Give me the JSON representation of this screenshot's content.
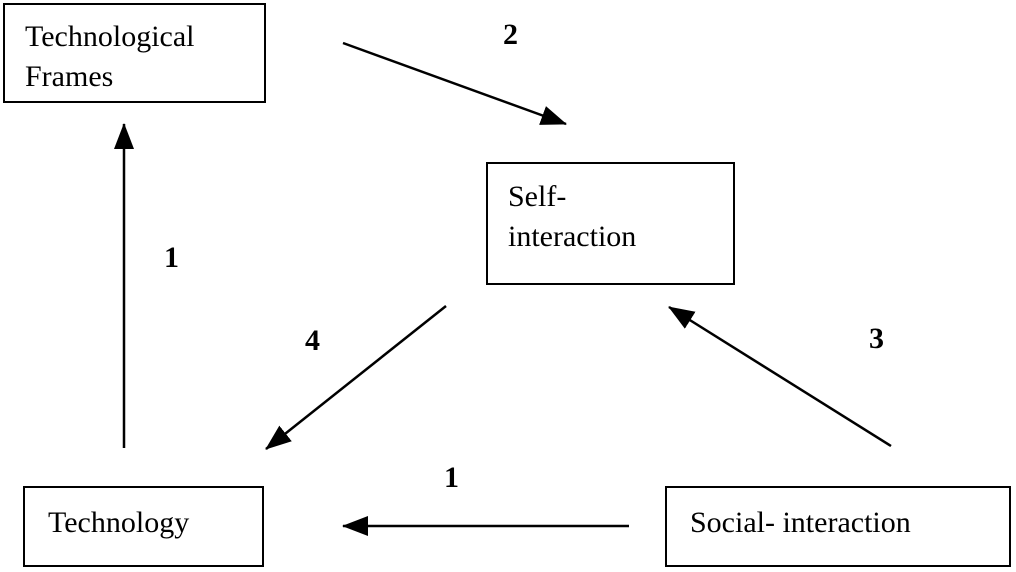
{
  "nodes": {
    "technological_frames": {
      "line1": "Technological",
      "line2": "Frames"
    },
    "self_interaction": {
      "line1": "Self-",
      "line2": "interaction"
    },
    "technology": {
      "label": "Technology"
    },
    "social_interaction": {
      "label": "Social- interaction"
    }
  },
  "edges": {
    "technology_to_frames": "1",
    "frames_to_self": "2",
    "social_to_self": "3",
    "self_to_technology": "4",
    "social_to_technology": "1"
  }
}
